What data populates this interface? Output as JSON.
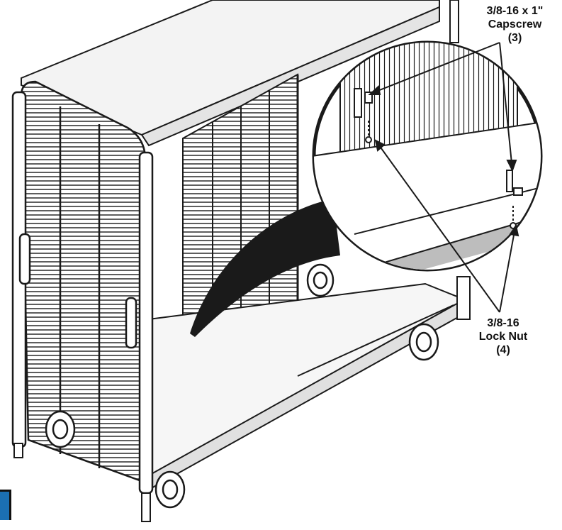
{
  "figure": {
    "callouts": [
      {
        "id": "capscrew",
        "lines": [
          "3/8-16 x 1\"",
          "Capscrew",
          "(3)"
        ]
      },
      {
        "id": "locknut",
        "lines": [
          "3/8-16",
          "Lock Nut",
          "(4)"
        ]
      }
    ],
    "colors": {
      "line": "#1a1a1a",
      "panel": "#f1f1f1",
      "tab": "#1b6fb2"
    },
    "icons": [
      "detail-magnifier-circle",
      "caster-wheel"
    ]
  }
}
